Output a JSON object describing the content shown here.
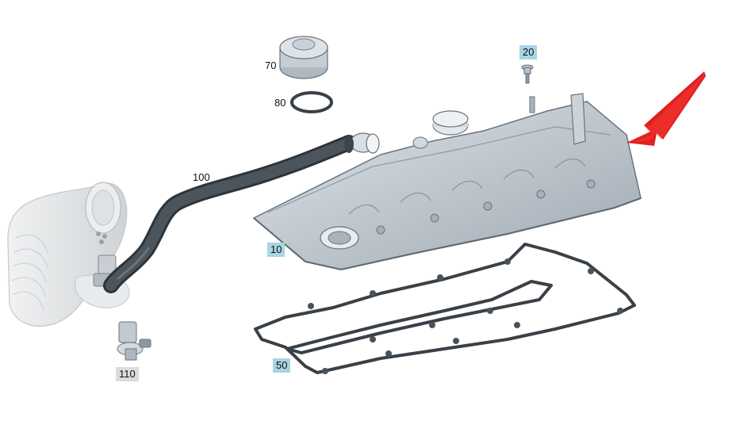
{
  "callouts": {
    "p10": {
      "label": "10",
      "highlight": "#a9d4e3"
    },
    "p20": {
      "label": "20",
      "highlight": "#a9d4e3"
    },
    "p50": {
      "label": "50",
      "highlight": "#a9d4e3"
    },
    "p70": {
      "label": "70",
      "highlight": ""
    },
    "p80": {
      "label": "80",
      "highlight": ""
    },
    "p100": {
      "label": "100",
      "highlight": ""
    },
    "p110": {
      "label": "110",
      "highlight": "#dcdcdc"
    }
  },
  "colors": {
    "part_gray": "#b9c3cc",
    "part_gray_light": "#d6dde3",
    "outline": "#6b747c",
    "hose": "#3d444b",
    "gasket": "#3a4047",
    "duct": "#e6e8ea",
    "arrow": "#e02020"
  },
  "icons": {
    "indicator_arrow": "red-arrow-icon"
  }
}
